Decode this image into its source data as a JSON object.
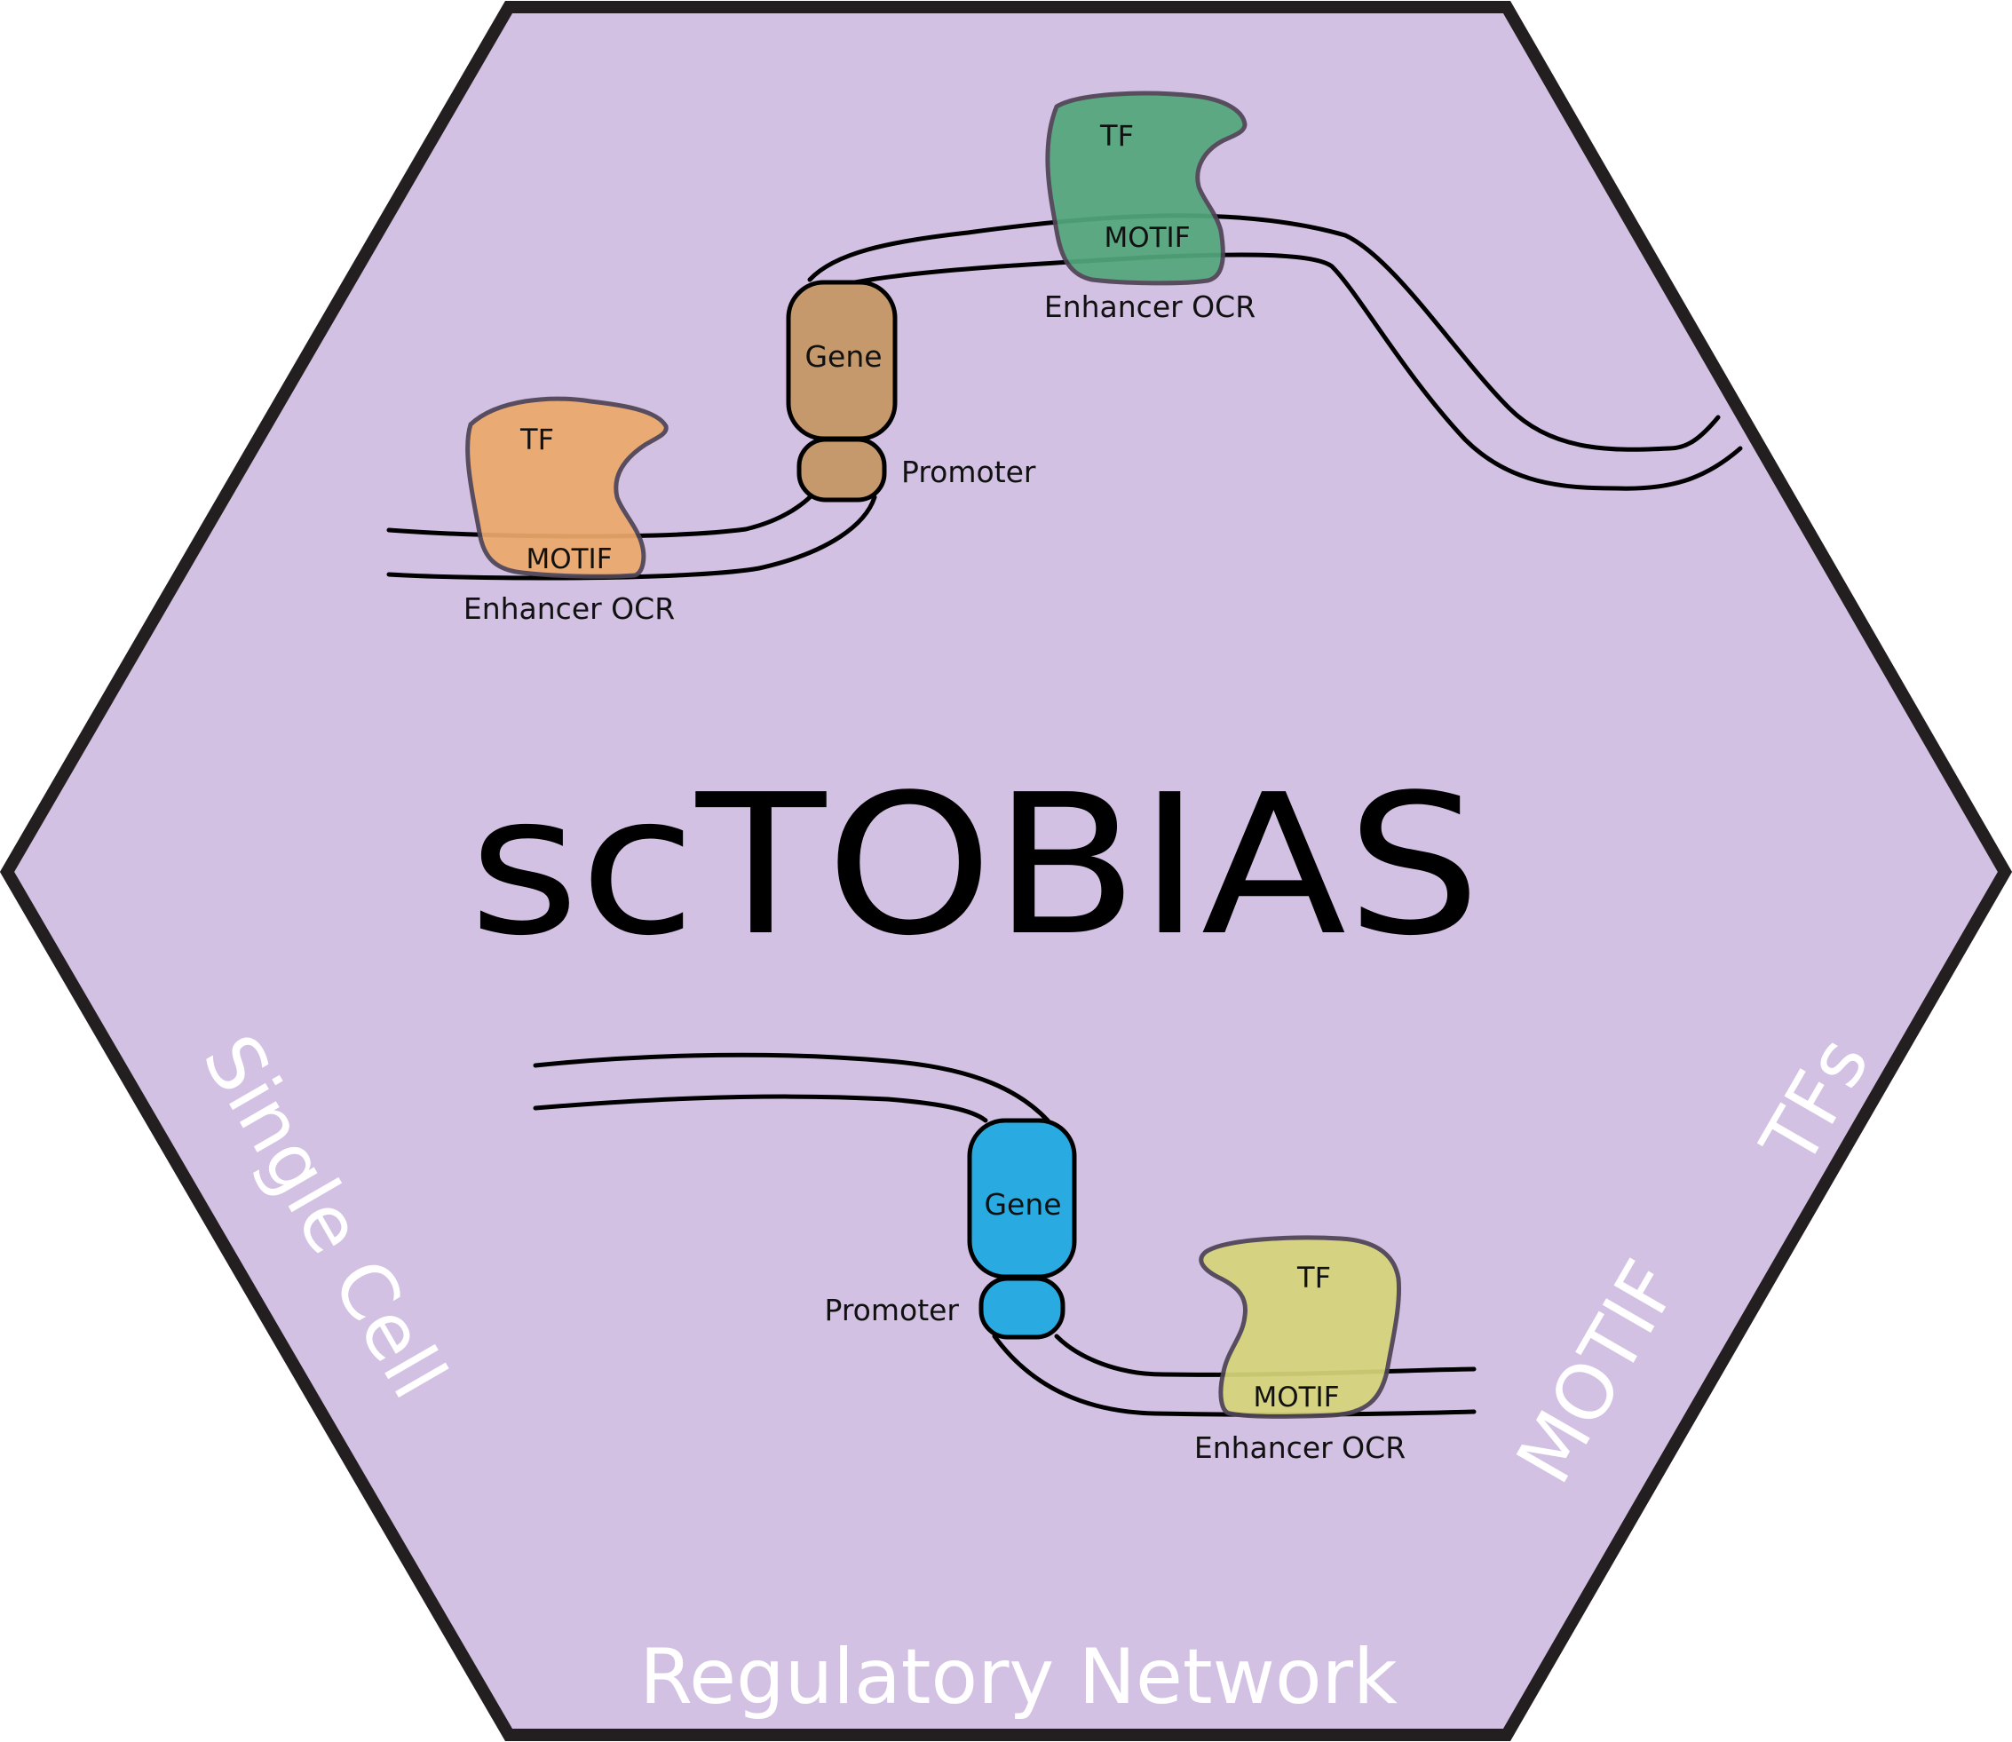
{
  "logo": {
    "title": "scTOBIAS",
    "edge_labels": {
      "left": "Single Cell",
      "bottom": "Regulatory Network",
      "right_lower": "MOTIF",
      "right_upper": "TFs"
    }
  },
  "colors": {
    "hexagon_fill": "#d2c1e2",
    "hexagon_border": "#231f20",
    "tf_orange": "#eca96b",
    "tf_green": "#52a77c",
    "tf_yellow": "#d6d57a",
    "gene_brown": "#c5996c",
    "gene_blue": "#29abe2",
    "edge_text": "#ffffff"
  },
  "upper_diagram": {
    "left_tf": {
      "tf_label": "TF",
      "motif_label": "MOTIF",
      "region_label": "Enhancer OCR"
    },
    "right_tf": {
      "tf_label": "TF",
      "motif_label": "MOTIF",
      "region_label": "Enhancer OCR"
    },
    "gene": {
      "gene_label": "Gene",
      "promoter_label": "Promoter"
    }
  },
  "lower_diagram": {
    "tf": {
      "tf_label": "TF",
      "motif_label": "MOTIF",
      "region_label": "Enhancer OCR"
    },
    "gene": {
      "gene_label": "Gene",
      "promoter_label": "Promoter"
    }
  }
}
